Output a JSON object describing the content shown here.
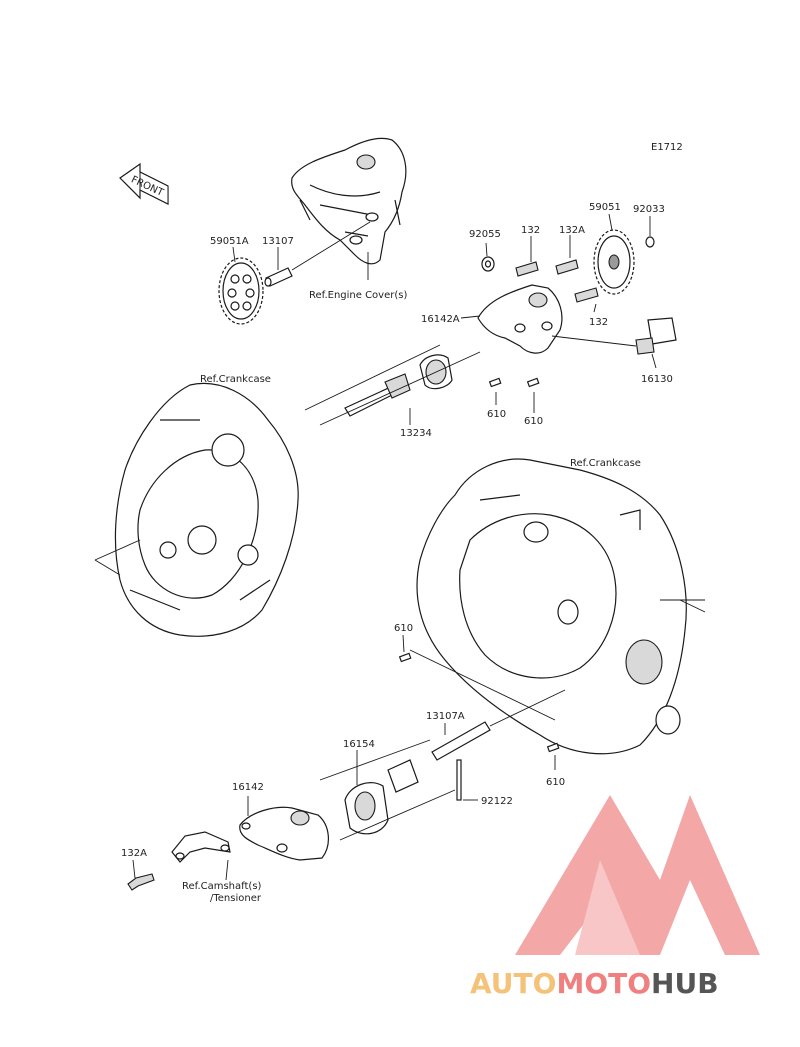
{
  "diagram": {
    "code": "E1712",
    "front_label": "FRONT",
    "parts": {
      "p59051A": "59051A",
      "p13107": "13107",
      "ref_engine_cover": "Ref.Engine Cover(s)",
      "p92055": "92055",
      "p132_top": "132",
      "p132A_top": "132A",
      "p59051": "59051",
      "p92033": "92033",
      "p16142A": "16142A",
      "p132_mid": "132",
      "p16130": "16130",
      "ref_crankcase_left": "Ref.Crankcase",
      "p13234": "13234",
      "p610_a": "610",
      "p610_b": "610",
      "ref_crankcase_right": "Ref.Crankcase",
      "p610_c": "610",
      "p610_d": "610",
      "p13107A": "13107A",
      "p16154": "16154",
      "p92122": "92122",
      "p16142": "16142",
      "p132A_bottom": "132A",
      "ref_camshaft_1": "Ref.Camshaft(s)",
      "ref_camshaft_2": "/Tensioner"
    }
  },
  "watermark": {
    "auto": "AUTO",
    "moto": "MOTO",
    "hub": "HUB",
    "colors": {
      "auto": "#f5c27a",
      "moto": "#f08080",
      "hub": "#555555",
      "logo": "#f08a8a"
    }
  }
}
